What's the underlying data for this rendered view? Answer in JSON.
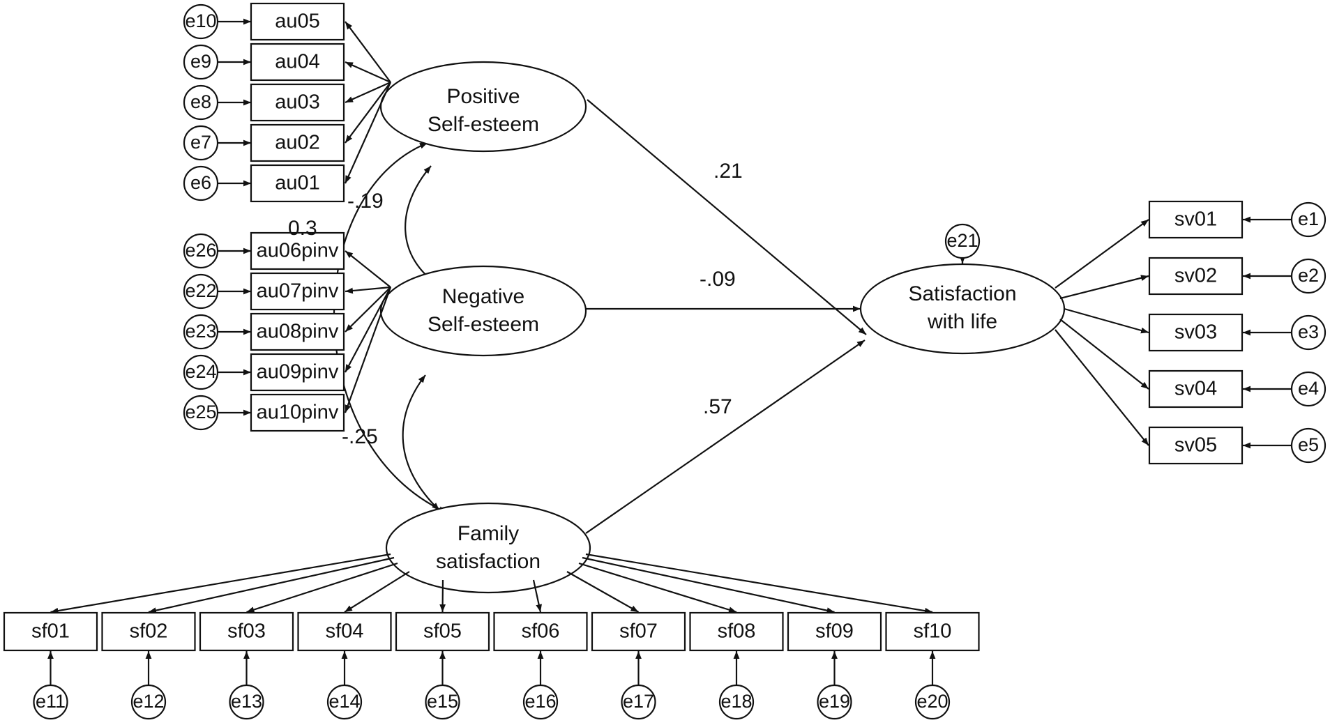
{
  "latents": {
    "positive": [
      "Positive",
      "Self-esteem"
    ],
    "negative": [
      "Negative",
      "Self-esteem"
    ],
    "family": [
      "Family",
      "satisfaction"
    ],
    "life": [
      "Satisfaction",
      "with life"
    ]
  },
  "positive_items": [
    {
      "item": "au05",
      "error": "e10"
    },
    {
      "item": "au04",
      "error": "e9"
    },
    {
      "item": "au03",
      "error": "e8"
    },
    {
      "item": "au02",
      "error": "e7"
    },
    {
      "item": "au01",
      "error": "e6"
    }
  ],
  "negative_items": [
    {
      "item": "au06pinv",
      "error": "e26"
    },
    {
      "item": "au07pinv",
      "error": "e22"
    },
    {
      "item": "au08pinv",
      "error": "e23"
    },
    {
      "item": "au09pinv",
      "error": "e24"
    },
    {
      "item": "au10pinv",
      "error": "e25"
    }
  ],
  "family_items": [
    {
      "item": "sf01",
      "error": "e11"
    },
    {
      "item": "sf02",
      "error": "e12"
    },
    {
      "item": "sf03",
      "error": "e13"
    },
    {
      "item": "sf04",
      "error": "e14"
    },
    {
      "item": "sf05",
      "error": "e15"
    },
    {
      "item": "sf06",
      "error": "e16"
    },
    {
      "item": "sf07",
      "error": "e17"
    },
    {
      "item": "sf08",
      "error": "e18"
    },
    {
      "item": "sf09",
      "error": "e19"
    },
    {
      "item": "sf10",
      "error": "e20"
    }
  ],
  "life_items": [
    {
      "item": "sv01",
      "error": "e1"
    },
    {
      "item": "sv02",
      "error": "e2"
    },
    {
      "item": "sv03",
      "error": "e3"
    },
    {
      "item": "sv04",
      "error": "e4"
    },
    {
      "item": "sv05",
      "error": "e5"
    }
  ],
  "life_disturbance": "e21",
  "paths": {
    "positive_to_life": ".21",
    "negative_to_life": "-.09",
    "family_to_life": ".57"
  },
  "covariances": {
    "positive_negative": "-.19",
    "positive_family": "0.3",
    "negative_family": "-.25"
  }
}
